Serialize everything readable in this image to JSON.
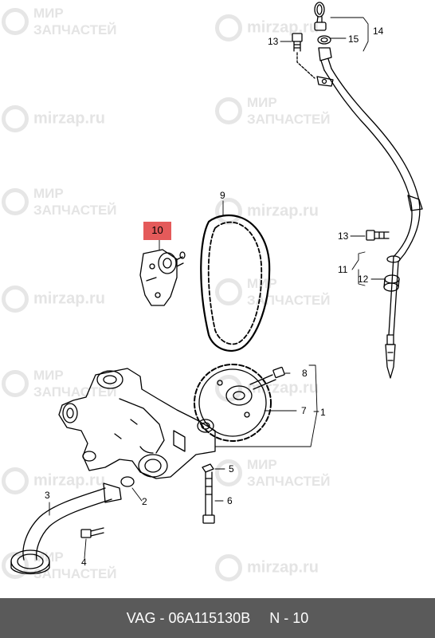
{
  "watermark": {
    "brand_top": "МИР",
    "brand_bottom": "ЗАПЧАСТЕЙ",
    "domain": "mirzap.ru"
  },
  "callouts": {
    "c1": "1",
    "c2": "2",
    "c3": "3",
    "c4": "4",
    "c5": "5",
    "c6": "6",
    "c7": "7",
    "c8": "8",
    "c9": "9",
    "c10": "10",
    "c11": "11",
    "c12": "12",
    "c13a": "13",
    "c13b": "13",
    "c14": "14",
    "c15": "15"
  },
  "footer": {
    "part": "VAG - 06A115130B",
    "position": "N - 10"
  },
  "colors": {
    "highlight": "#e45a5a",
    "footer_bg": "#5a5a5a",
    "line": "#000000",
    "watermark": "#e4e4e4"
  }
}
